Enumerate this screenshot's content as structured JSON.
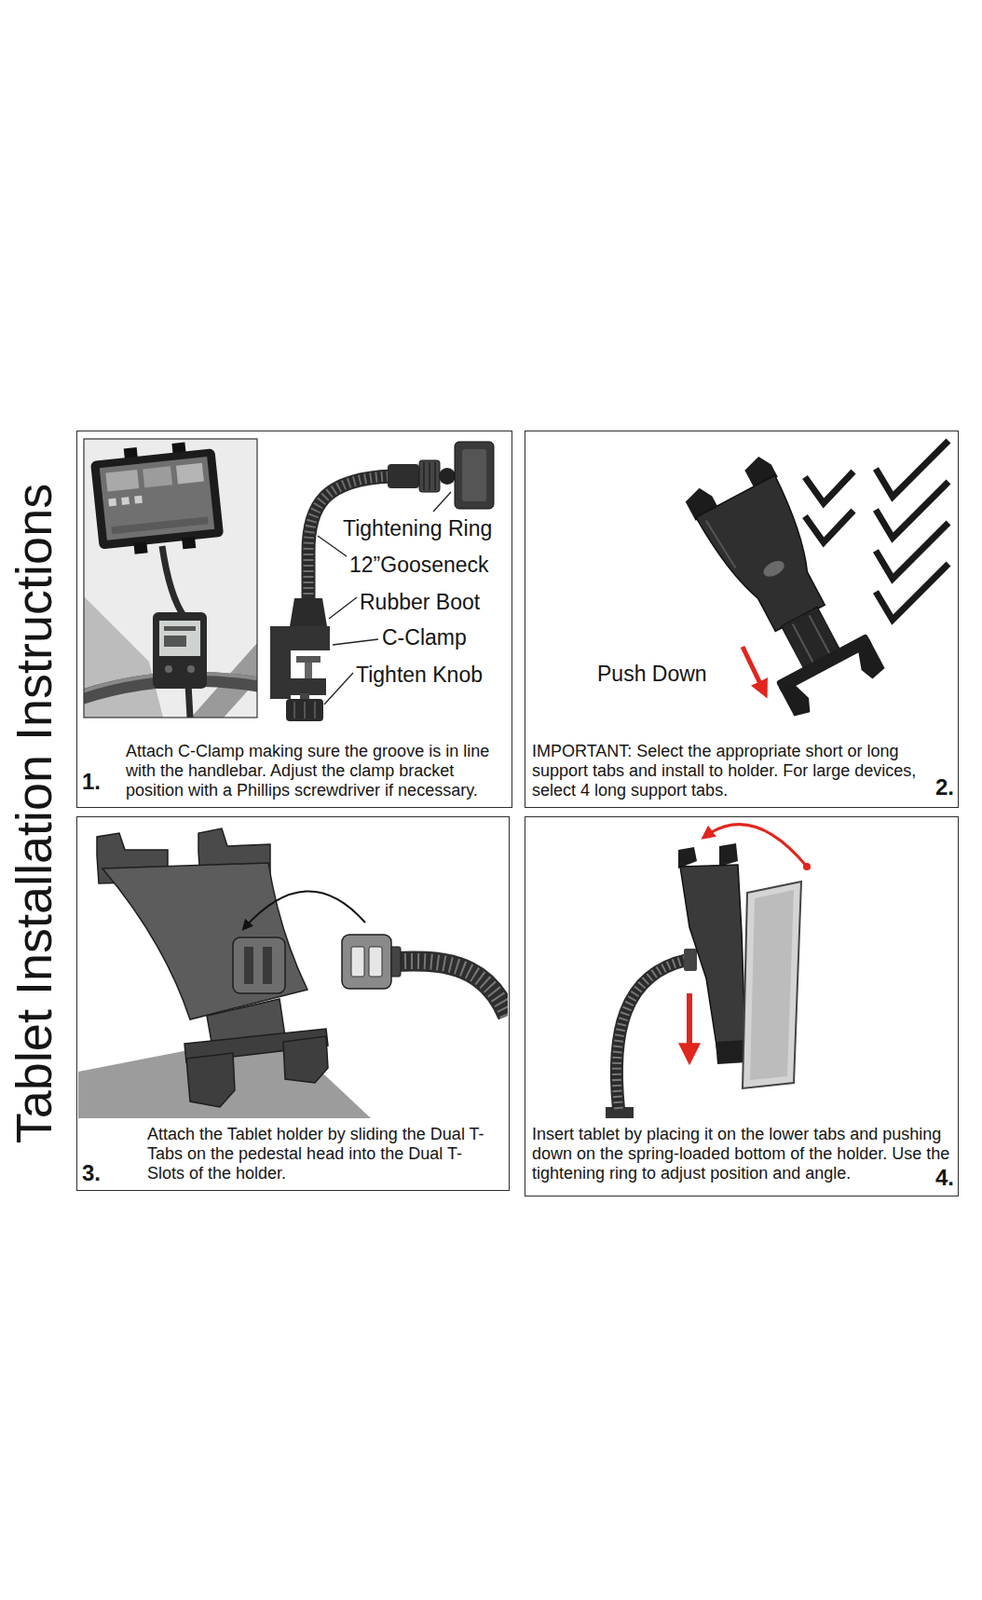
{
  "diagram": {
    "title": "Tablet Installation Instructions",
    "nodes": [
      {
        "text": [
          "Attach C-Clamp making sure the groove is in line with the handlebar. Adjust the clamp bracket position with a Phillips screwdriver if necessary.",
          "1."
        ]
      },
      {
        "text": [
          "IMPORTANT: Select the appropriate short or long support tabs and install to holder. For large devices, select 4 long support tabs.",
          "2."
        ]
      },
      {
        "text": [
          "Attach the Tablet holder by sliding the Dual T-Tabs on the pedestal head into the Dual T-Slots of the holder.",
          "3."
        ]
      },
      {
        "text": [
          "Insert tablet by placing it on the lower tabs and pushing down on the spring-loaded bottom of the holder. Use the tightening ring to adjust position and angle.",
          "4."
        ]
      }
    ],
    "labels": [
      "Tightening Ring",
      "12”Gooseneck",
      "Rubber Boot",
      "C-Clamp",
      "Tighten Knob",
      "Push Down"
    ]
  }
}
